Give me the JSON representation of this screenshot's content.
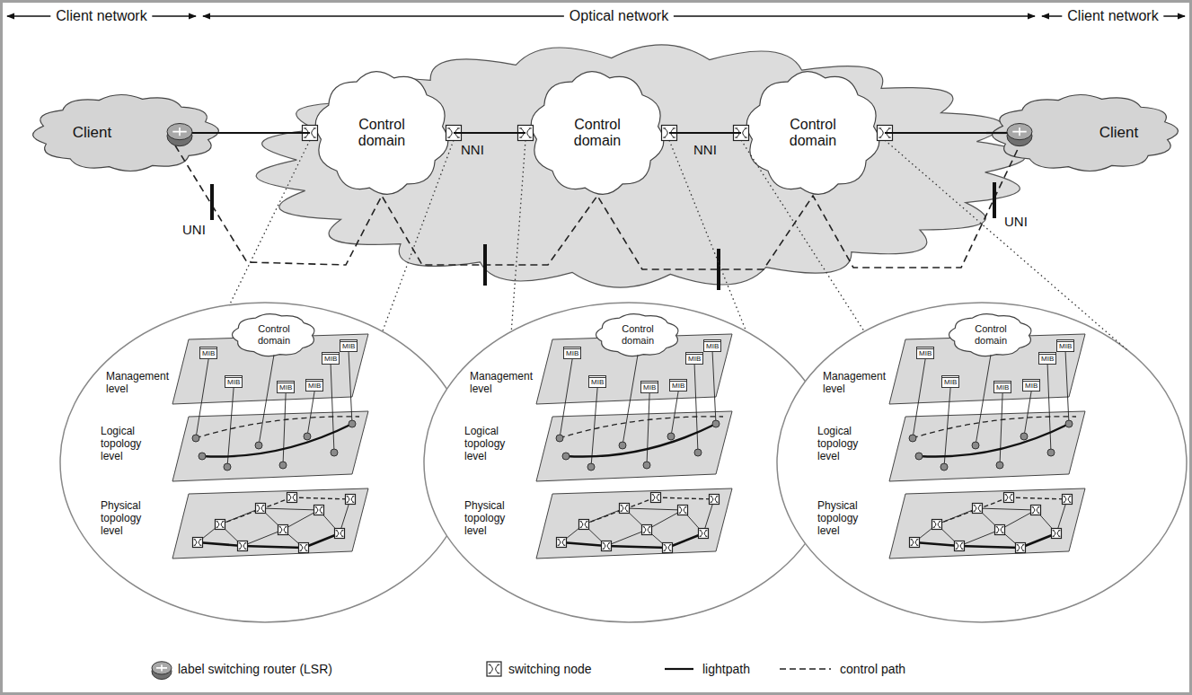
{
  "diagram": {
    "nodes": [
      {
        "text": [
          "Client"
        ]
      },
      {
        "text": [
          "Control domain"
        ]
      },
      {
        "text": [
          "Control domain"
        ]
      },
      {
        "text": [
          "Control domain"
        ]
      },
      {
        "text": [
          "Client"
        ]
      },
      {
        "text": [
          "Management level"
        ]
      },
      {
        "text": [
          "Control domain"
        ],
        "in": 5
      },
      {
        "text": [
          "MIB"
        ],
        "in": 5
      },
      {
        "text": [
          "MIB"
        ],
        "in": 5
      },
      {
        "text": [
          "MIB"
        ],
        "in": 5
      },
      {
        "text": [
          "MIB"
        ],
        "in": 5
      },
      {
        "text": [
          "MIB"
        ],
        "in": 5
      },
      {
        "text": [
          "MIB"
        ],
        "in": 5
      },
      {
        "text": [
          "Logical topology level"
        ]
      },
      {
        "text": [
          "Physical topology level"
        ]
      },
      {
        "text": [
          "Management level"
        ]
      },
      {
        "text": [
          "Control domain"
        ],
        "in": 15
      },
      {
        "text": [
          "MIB"
        ],
        "in": 15
      },
      {
        "text": [
          "MIB"
        ],
        "in": 15
      },
      {
        "text": [
          "MIB"
        ],
        "in": 15
      },
      {
        "text": [
          "MIB"
        ],
        "in": 15
      },
      {
        "text": [
          "MIB"
        ],
        "in": 15
      },
      {
        "text": [
          "MIB"
        ],
        "in": 15
      },
      {
        "text": [
          "Logical topology level"
        ]
      },
      {
        "text": [
          "Physical topology level"
        ]
      },
      {
        "text": [
          "Management level"
        ]
      },
      {
        "text": [
          "Control domain"
        ],
        "in": 25
      },
      {
        "text": [
          "MIB"
        ],
        "in": 25
      },
      {
        "text": [
          "MIB"
        ],
        "in": 25
      },
      {
        "text": [
          "MIB"
        ],
        "in": 25
      },
      {
        "text": [
          "MIB"
        ],
        "in": 25
      },
      {
        "text": [
          "MIB"
        ],
        "in": 25
      },
      {
        "text": [
          "MIB"
        ],
        "in": 25
      },
      {
        "text": [
          "Logical topology level"
        ]
      },
      {
        "text": [
          "Physical topology level"
        ]
      }
    ],
    "edges": [
      {
        "from": 0,
        "to": 1,
        "arrow": "none"
      },
      {
        "from": 1,
        "to": 2,
        "arrow": "none"
      },
      {
        "from": 2,
        "to": 3,
        "arrow": "none"
      },
      {
        "from": 3,
        "to": 4,
        "arrow": "none"
      }
    ],
    "labels": [
      "Client network",
      "Optical network",
      "Client network",
      "UNI",
      "NNI",
      "NNI",
      "UNI"
    ],
    "legend": [
      {
        "text": "label switching router (LSR)"
      },
      {
        "text": "switching node"
      },
      {
        "text": "lightpath"
      },
      {
        "text": "control path"
      }
    ]
  }
}
